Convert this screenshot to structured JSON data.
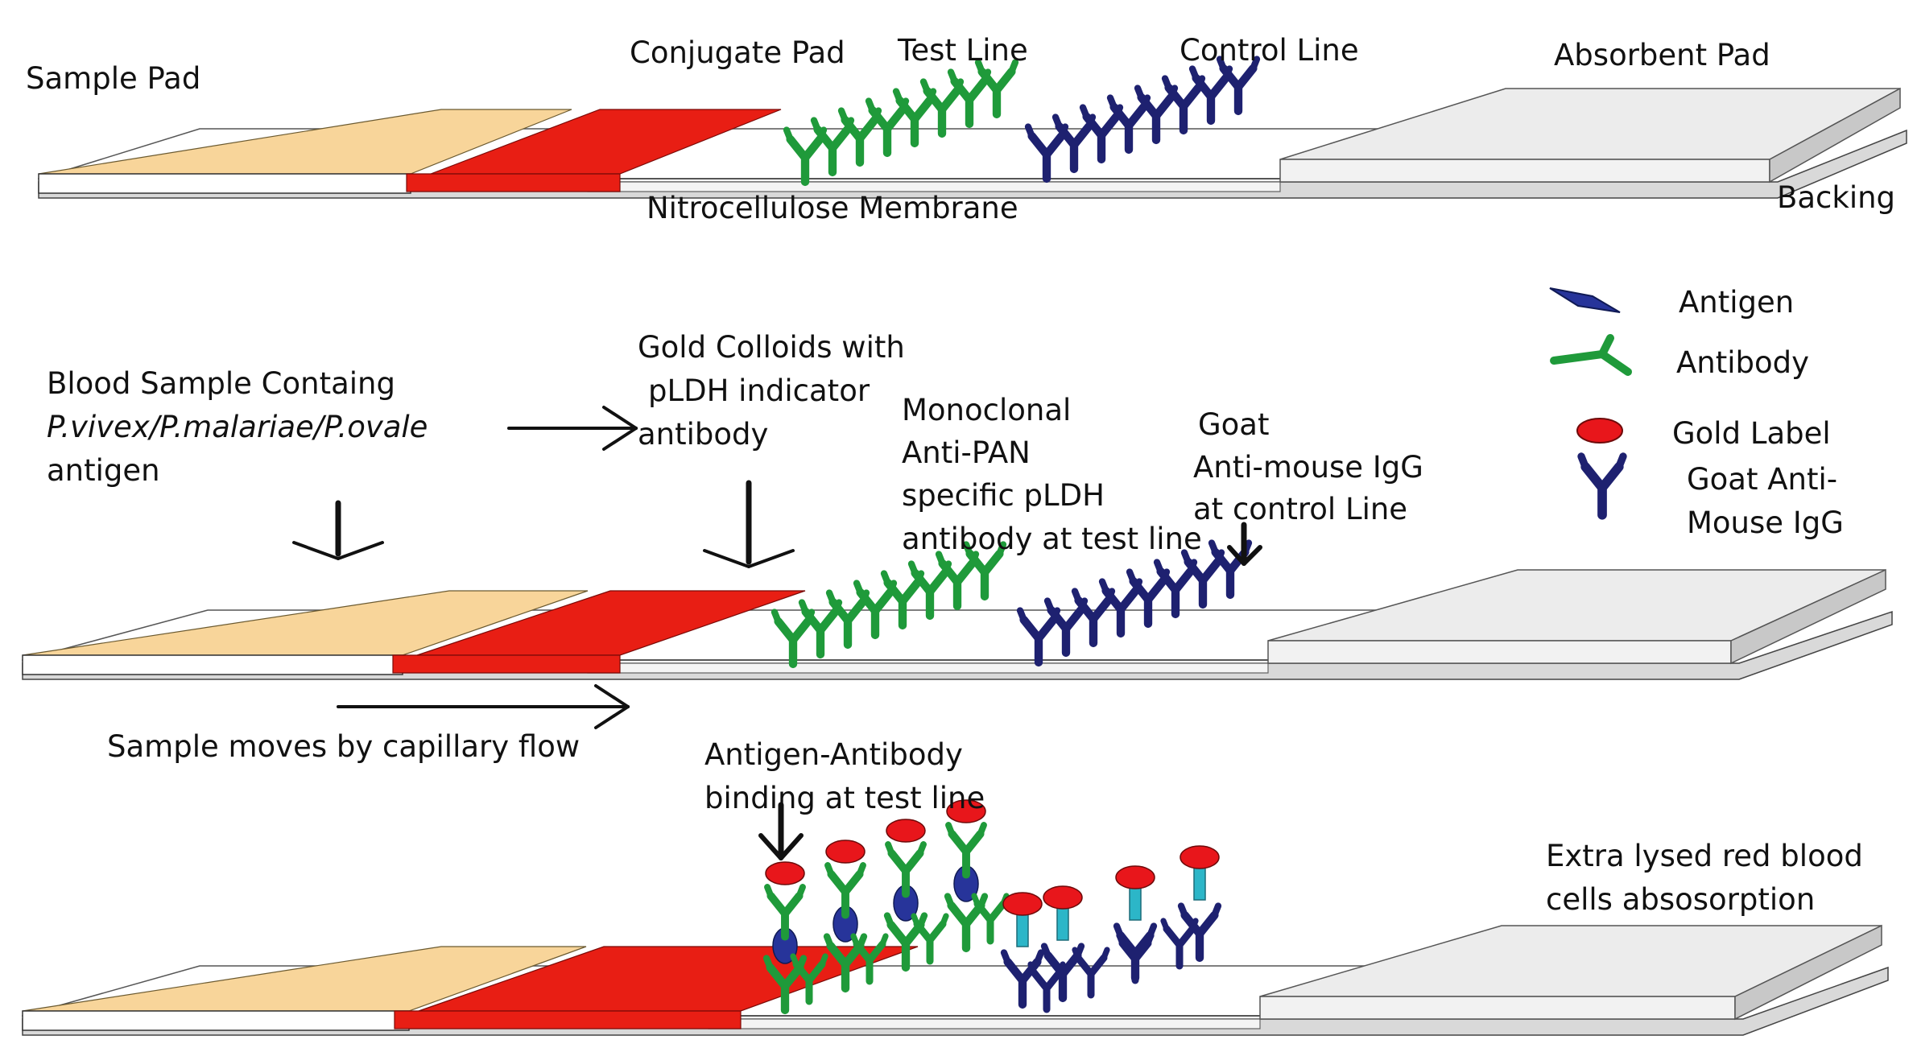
{
  "diagram": {
    "panel1": {
      "sample_pad": "Sample Pad",
      "conjugate_pad": "Conjugate Pad",
      "test_line": "Test Line",
      "control_line": "Control Line",
      "absorbent_pad": "Absorbent Pad",
      "membrane": "Nitrocellulose Membrane",
      "backing": "Backing"
    },
    "panel2": {
      "blood_line1": "Blood Sample Containg",
      "blood_line2": "P.vivex/P.malariae/P.ovale",
      "blood_line3": "antigen",
      "gold_line1": "Gold Colloids with",
      "gold_line2": "pLDH indicator",
      "gold_line3": "antibody",
      "mono_line1": "Monoclonal",
      "mono_line2": "Anti-PAN",
      "mono_line3": "specific pLDH",
      "mono_line4": "antibody at test line",
      "goat_line1": "Goat",
      "goat_line2": "Anti-mouse IgG",
      "goat_line3": "at control Line",
      "flow": "Sample moves by capillary flow"
    },
    "panel3": {
      "binding_line1": "Antigen-Antibody",
      "binding_line2": "binding  at test line",
      "extra_line1": "Extra lysed red blood",
      "extra_line2": "cells absosorption"
    },
    "legend": {
      "antigen": "Antigen",
      "antibody": "Antibody",
      "gold": "Gold Label",
      "goat1": "Goat Anti-",
      "goat2": "Mouse IgG"
    },
    "colors": {
      "sample_pad": "#F8D59A",
      "conjugate_pad": "#E81E14",
      "antibody": "#1F9A3A",
      "goat_igg": "#1E2170",
      "antigen": "#27349A",
      "gold_label": "#E8161B",
      "linker": "#2CB6C8",
      "absorbent_pad": "#ECECEC"
    }
  }
}
